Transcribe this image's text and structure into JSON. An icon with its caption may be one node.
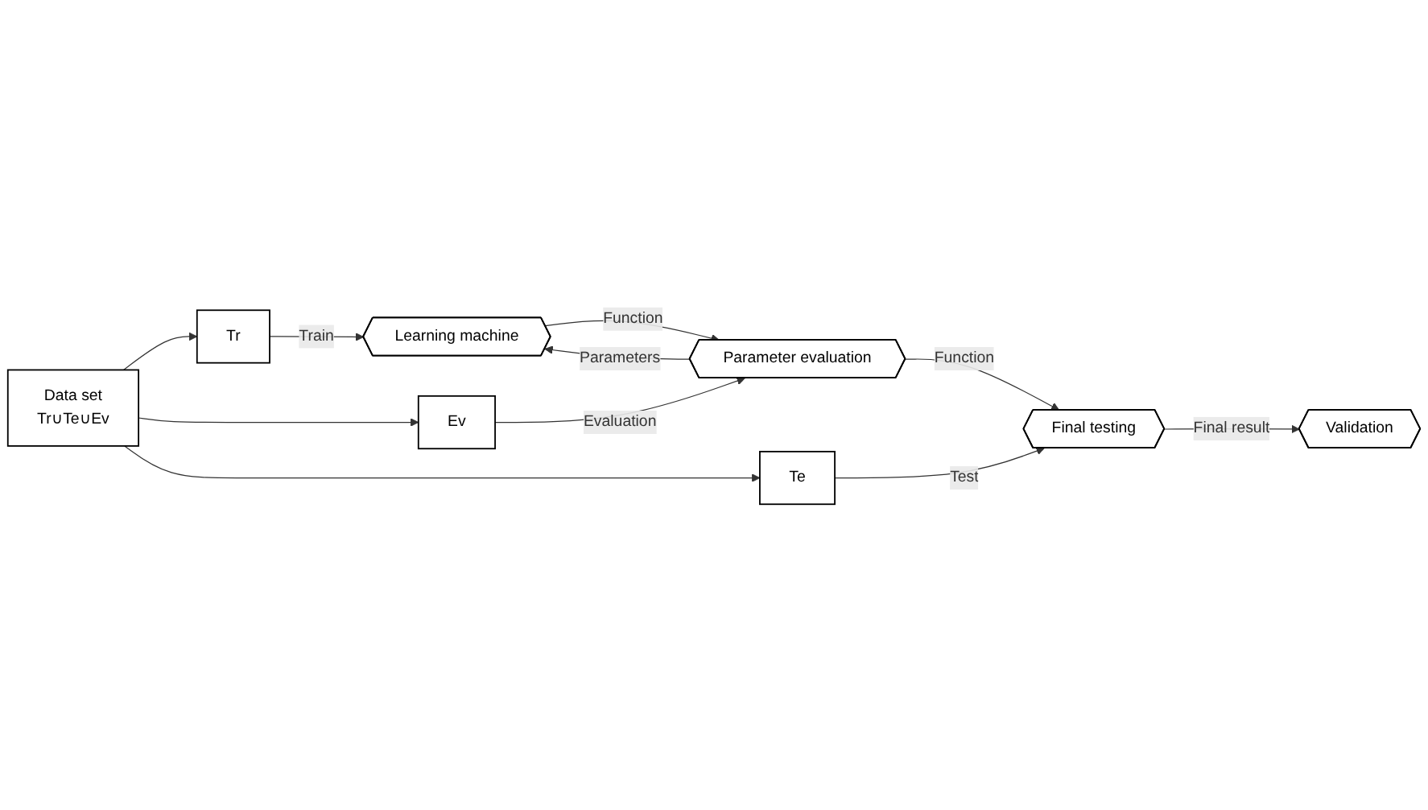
{
  "diagram": {
    "nodes": [
      {
        "text": [
          "Data set",
          "Tr∪Te∪Ev"
        ]
      },
      {
        "text": [
          "Tr"
        ]
      },
      {
        "text": [
          "Ev"
        ]
      },
      {
        "text": [
          "Te"
        ]
      },
      {
        "text": [
          "Learning machine"
        ]
      },
      {
        "text": [
          "Parameter evaluation"
        ]
      },
      {
        "text": [
          "Final testing"
        ]
      },
      {
        "text": [
          "Validation"
        ]
      }
    ],
    "edges": [
      {
        "from": 0,
        "to": 1,
        "arrow": "to"
      },
      {
        "from": 0,
        "to": 2,
        "arrow": "to"
      },
      {
        "from": 0,
        "to": 3,
        "arrow": "to"
      },
      {
        "from": 1,
        "to": 4,
        "arrow": "to",
        "label": "Train"
      },
      {
        "from": 4,
        "to": 5,
        "arrow": "to",
        "label": "Function"
      },
      {
        "from": 5,
        "to": 4,
        "arrow": "to",
        "label": "Parameters"
      },
      {
        "from": 2,
        "to": 5,
        "arrow": "to",
        "label": "Evaluation"
      },
      {
        "from": 5,
        "to": 6,
        "arrow": "to",
        "label": "Function"
      },
      {
        "from": 3,
        "to": 6,
        "arrow": "to",
        "label": "Test"
      },
      {
        "from": 6,
        "to": 7,
        "arrow": "to",
        "label": "Final result"
      }
    ]
  }
}
